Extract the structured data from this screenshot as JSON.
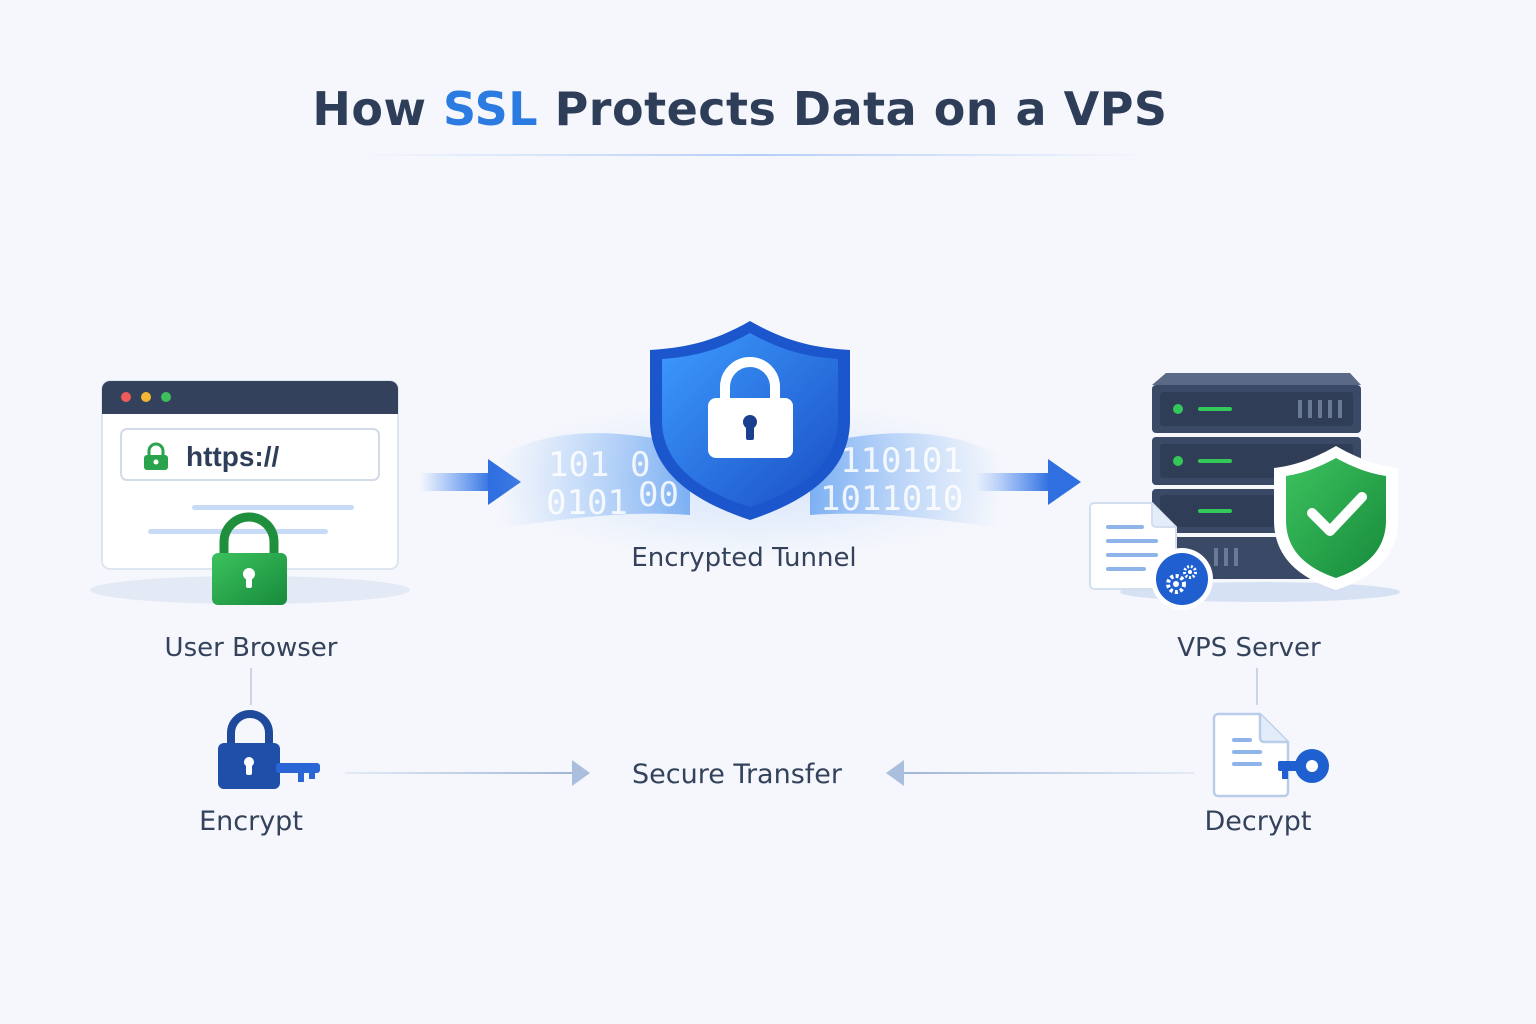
{
  "title": {
    "prefix": "How ",
    "accent": "SSL",
    "suffix": " Protects Data on a VPS"
  },
  "browser": {
    "url_text": "https://",
    "label": "User Browser"
  },
  "tunnel": {
    "label": "Encrypted Tunnel",
    "binary": [
      "101",
      "0",
      "0101",
      "00",
      "110101",
      "1011010"
    ]
  },
  "server": {
    "label": "VPS Server"
  },
  "flow": {
    "encrypt": "Encrypt",
    "transfer": "Secure Transfer",
    "decrypt": "Decrypt"
  },
  "colors": {
    "accent": "#2c7be0",
    "title": "#2f3e58",
    "green": "#22a447",
    "server_dark": "#3a4a66",
    "background": "#f5f7fc"
  }
}
